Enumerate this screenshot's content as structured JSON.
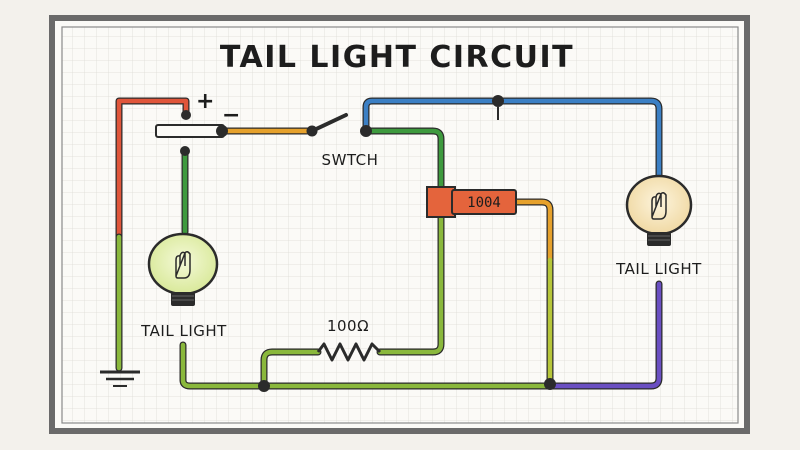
{
  "diagram": {
    "title": "TAIL LIGHT CIRCUIT",
    "battery": {
      "positive": "+",
      "negative": "−"
    },
    "switch_label": "SWTCH",
    "fuse_label": "1004",
    "resistor_label": "100Ω",
    "left_lamp_label": "TAIL LIGHT",
    "right_lamp_label": "TAIL LIGHT"
  },
  "colors": {
    "frame": "#6a6a6a",
    "board": "#f7f6f2",
    "grid": "#dedcd6",
    "red_wire": "#e0553a",
    "green_wire": "#3e9a3e",
    "light_green_wire": "#8ab83c",
    "orange_wire": "#e6a12c",
    "blue_wire": "#3b7fc4",
    "purple_wire": "#6a4fc2",
    "fuse": "#e4643c",
    "lamp_left": "#e8f2b8",
    "lamp_right": "#f7e8c2"
  },
  "icons": [
    "ground-icon",
    "lamp-icon",
    "resistor-icon",
    "switch-icon",
    "fuse-icon",
    "junction-icon"
  ]
}
